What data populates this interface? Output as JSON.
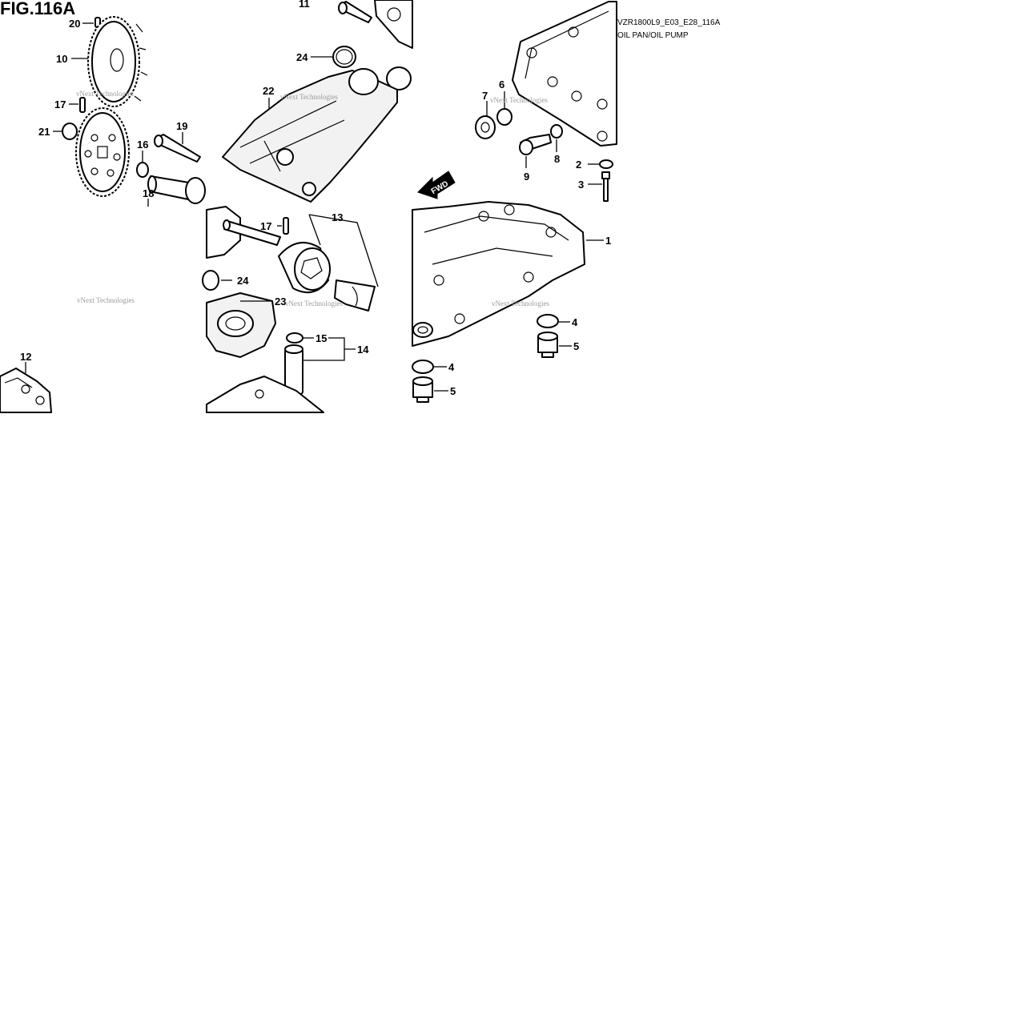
{
  "figure": {
    "title": "FIG.116A",
    "code": "VZR1800L9_E03_E28_116A",
    "name": "OIL PAN/OIL PUMP"
  },
  "watermark": "vNext Technologies",
  "fwd_label": "FWD",
  "callouts": {
    "c20": "20",
    "c10": "10",
    "c17a": "17",
    "c21": "21",
    "c16": "16",
    "c19": "19",
    "c18": "18",
    "c11": "11",
    "c24a": "24",
    "c22": "22",
    "c7": "7",
    "c6": "6",
    "c9": "9",
    "c8": "8",
    "c2": "2",
    "c3": "3",
    "c17b": "17",
    "c13": "13",
    "c24b": "24",
    "c23": "23",
    "c15": "15",
    "c14": "14",
    "c12": "12",
    "c1": "1",
    "c4a": "4",
    "c5a": "5",
    "c4b": "4",
    "c5b": "5"
  }
}
